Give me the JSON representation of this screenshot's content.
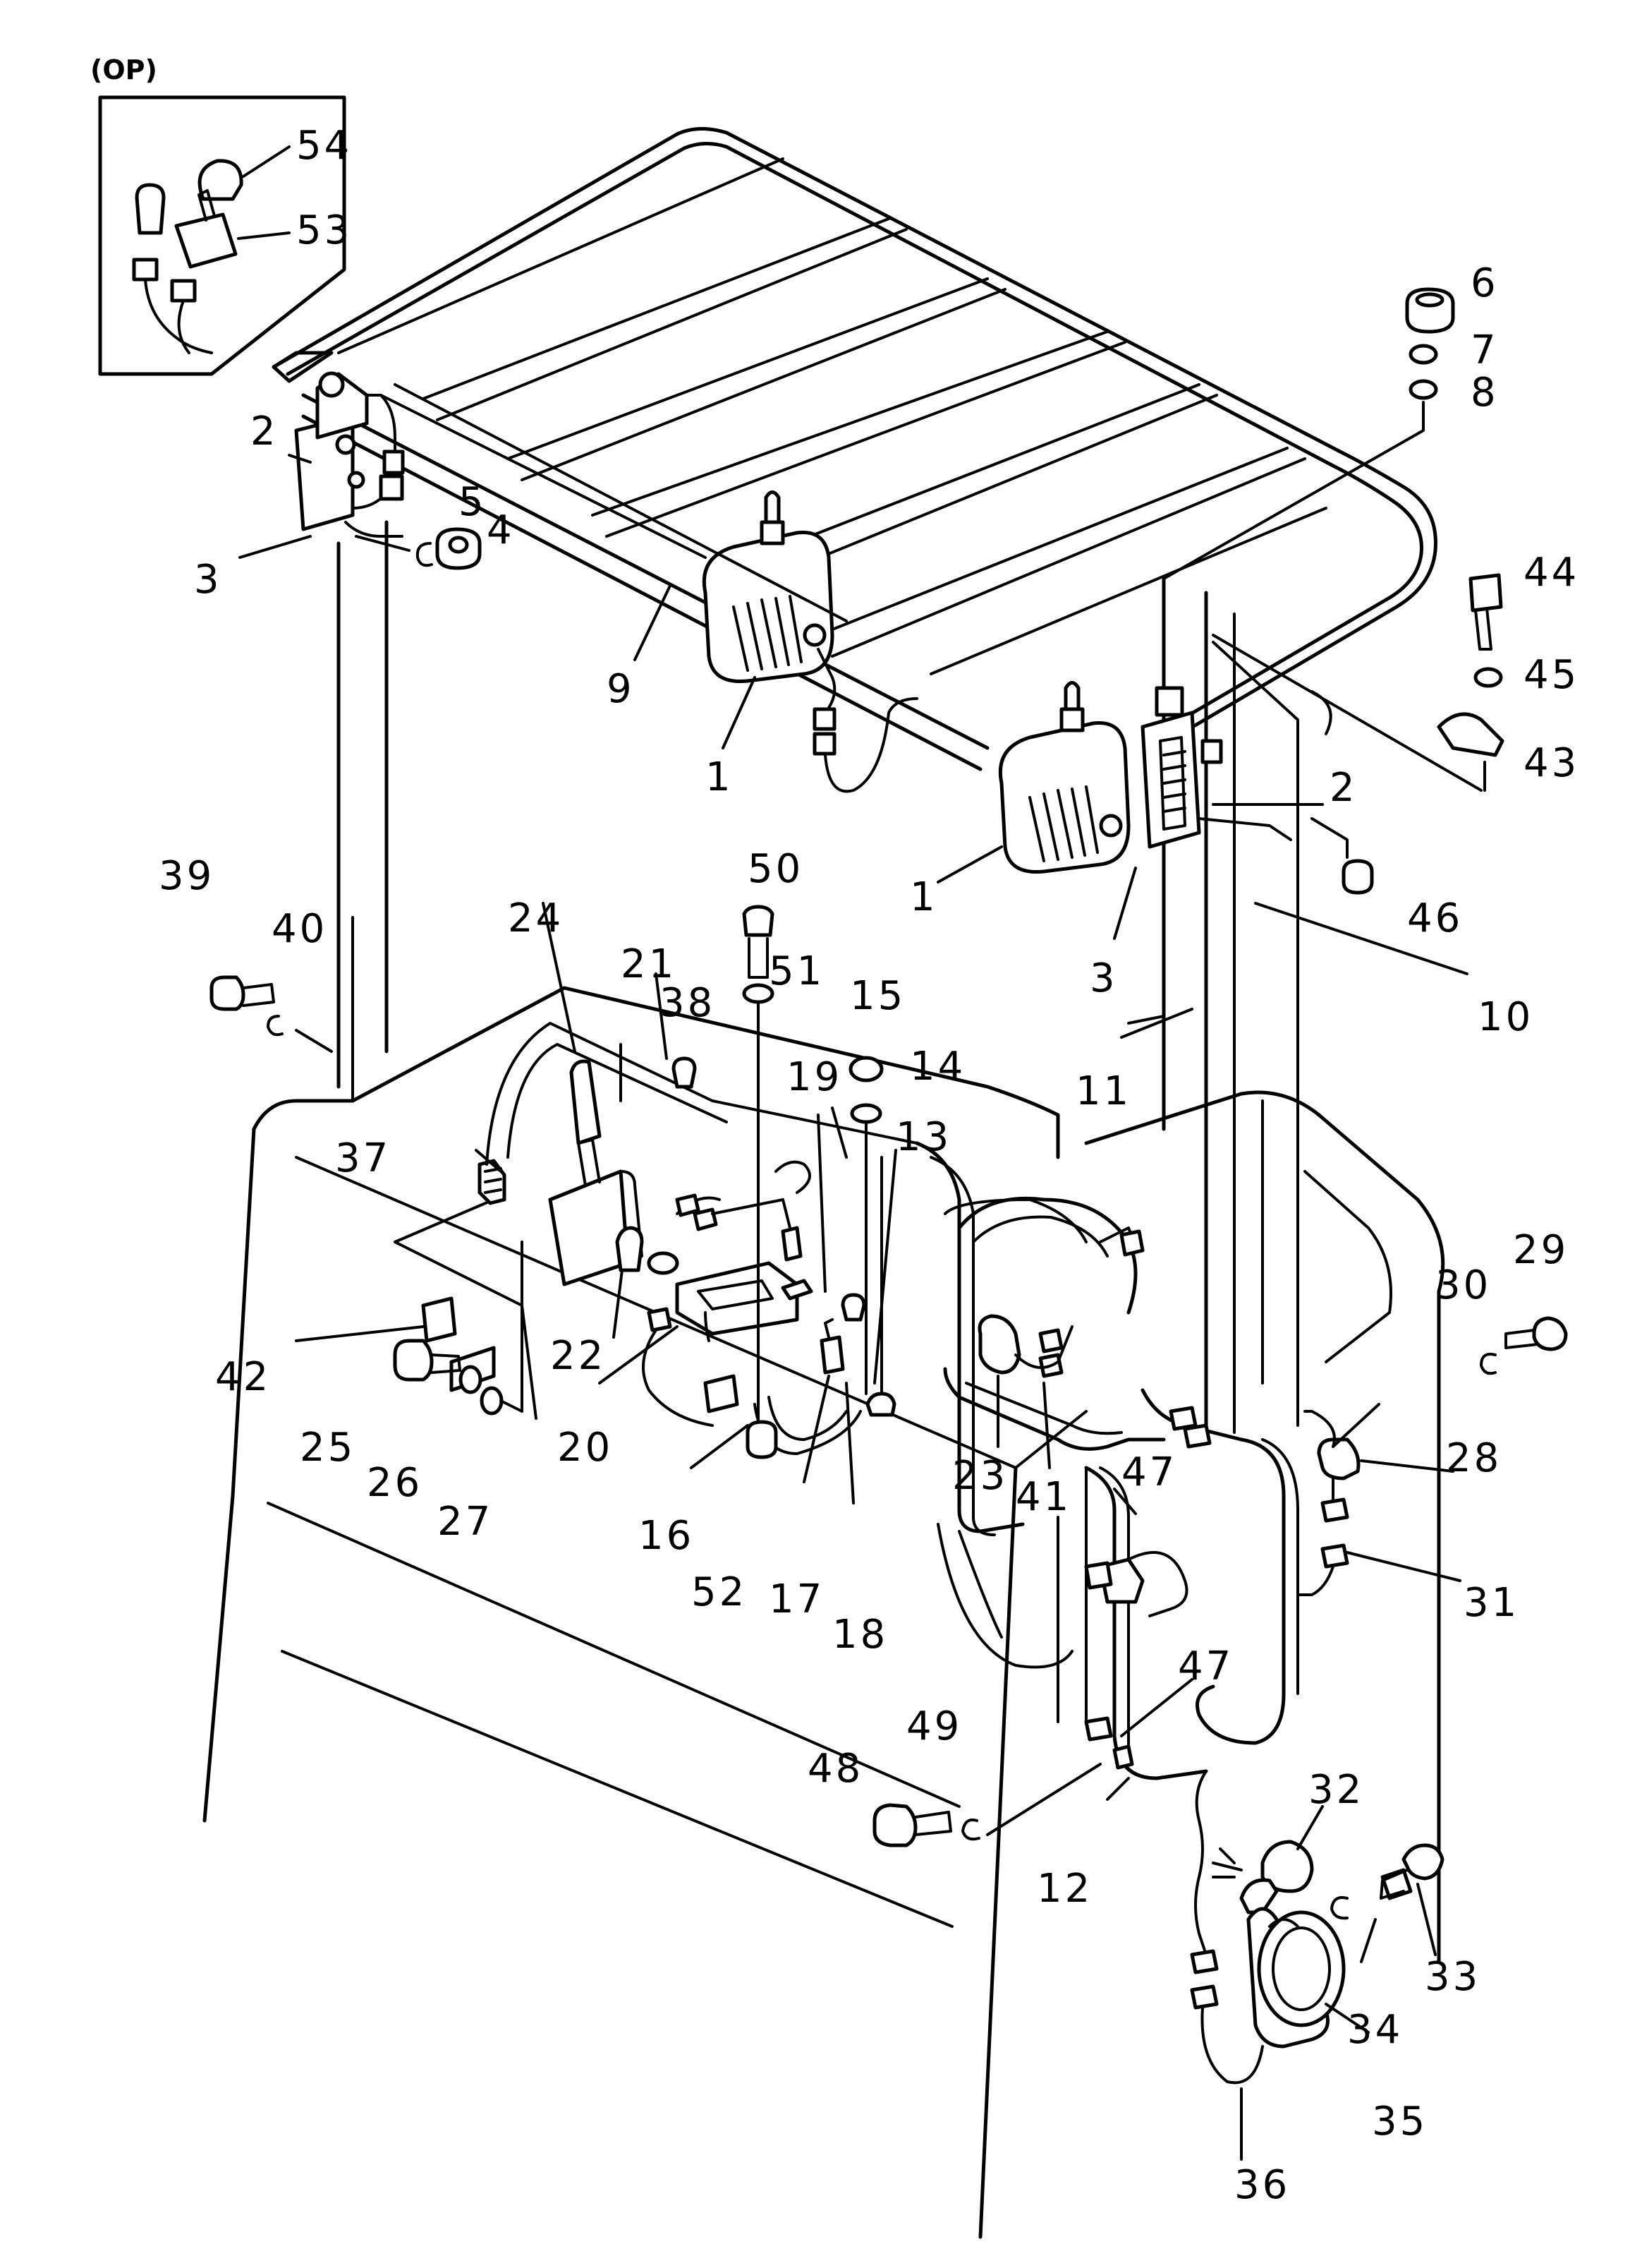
{
  "inset": {
    "label": "(OP)"
  },
  "callouts": [
    "54",
    "53",
    "6",
    "7",
    "8",
    "2",
    "5",
    "4",
    "3",
    "44",
    "45",
    "9",
    "1",
    "43",
    "1",
    "2",
    "39",
    "40",
    "24",
    "21",
    "38",
    "50",
    "51",
    "15",
    "19",
    "14",
    "13",
    "46",
    "3",
    "10",
    "11",
    "37",
    "30",
    "29",
    "42",
    "22",
    "25",
    "26",
    "27",
    "20",
    "16",
    "23",
    "41",
    "47",
    "28",
    "52",
    "17",
    "18",
    "31",
    "47",
    "49",
    "48",
    "12",
    "32",
    "33",
    "34",
    "35",
    "36"
  ]
}
